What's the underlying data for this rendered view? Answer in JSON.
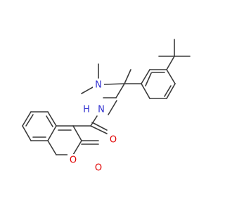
{
  "structure": {
    "atoms": {
      "n_amine": "N",
      "n_amide": "N",
      "h_amide": "H",
      "o_carbonyl": "O",
      "o_ring": "O",
      "o_lactone": "O"
    }
  },
  "colors": {
    "bond": "#3a3a3a",
    "nitrogen": "#2f2fd0",
    "oxygen": "#e00000",
    "background": "#ffffff"
  }
}
